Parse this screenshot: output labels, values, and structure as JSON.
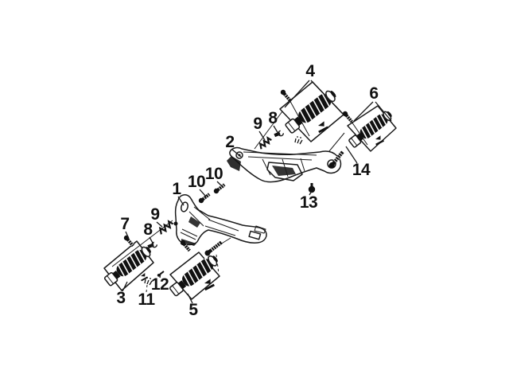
{
  "figure": {
    "kind": "exploded-parts-diagram",
    "subject": "footrest / footpeg bracket assembly line art",
    "background_color": "#ffffff",
    "line_color": "#1a1a1a",
    "unique_part_numbers": [
      "1",
      "2",
      "3",
      "4",
      "5",
      "6",
      "7",
      "8",
      "9",
      "10",
      "11",
      "12",
      "13",
      "14"
    ],
    "callout_count": 17
  },
  "callouts": [
    {
      "id": "callout-4",
      "label": "4"
    },
    {
      "id": "callout-6",
      "label": "6"
    },
    {
      "id": "callout-9-upper",
      "label": "9"
    },
    {
      "id": "callout-8-upper",
      "label": "8"
    },
    {
      "id": "callout-2",
      "label": "2"
    },
    {
      "id": "callout-10-right",
      "label": "10"
    },
    {
      "id": "callout-10-left",
      "label": "10"
    },
    {
      "id": "callout-1",
      "label": "1"
    },
    {
      "id": "callout-14",
      "label": "14"
    },
    {
      "id": "callout-13",
      "label": "13"
    },
    {
      "id": "callout-7",
      "label": "7"
    },
    {
      "id": "callout-9-lower",
      "label": "9"
    },
    {
      "id": "callout-8-lower",
      "label": "8"
    },
    {
      "id": "callout-3",
      "label": "3"
    },
    {
      "id": "callout-11",
      "label": "11"
    },
    {
      "id": "callout-12",
      "label": "12"
    },
    {
      "id": "callout-5",
      "label": "5"
    }
  ]
}
